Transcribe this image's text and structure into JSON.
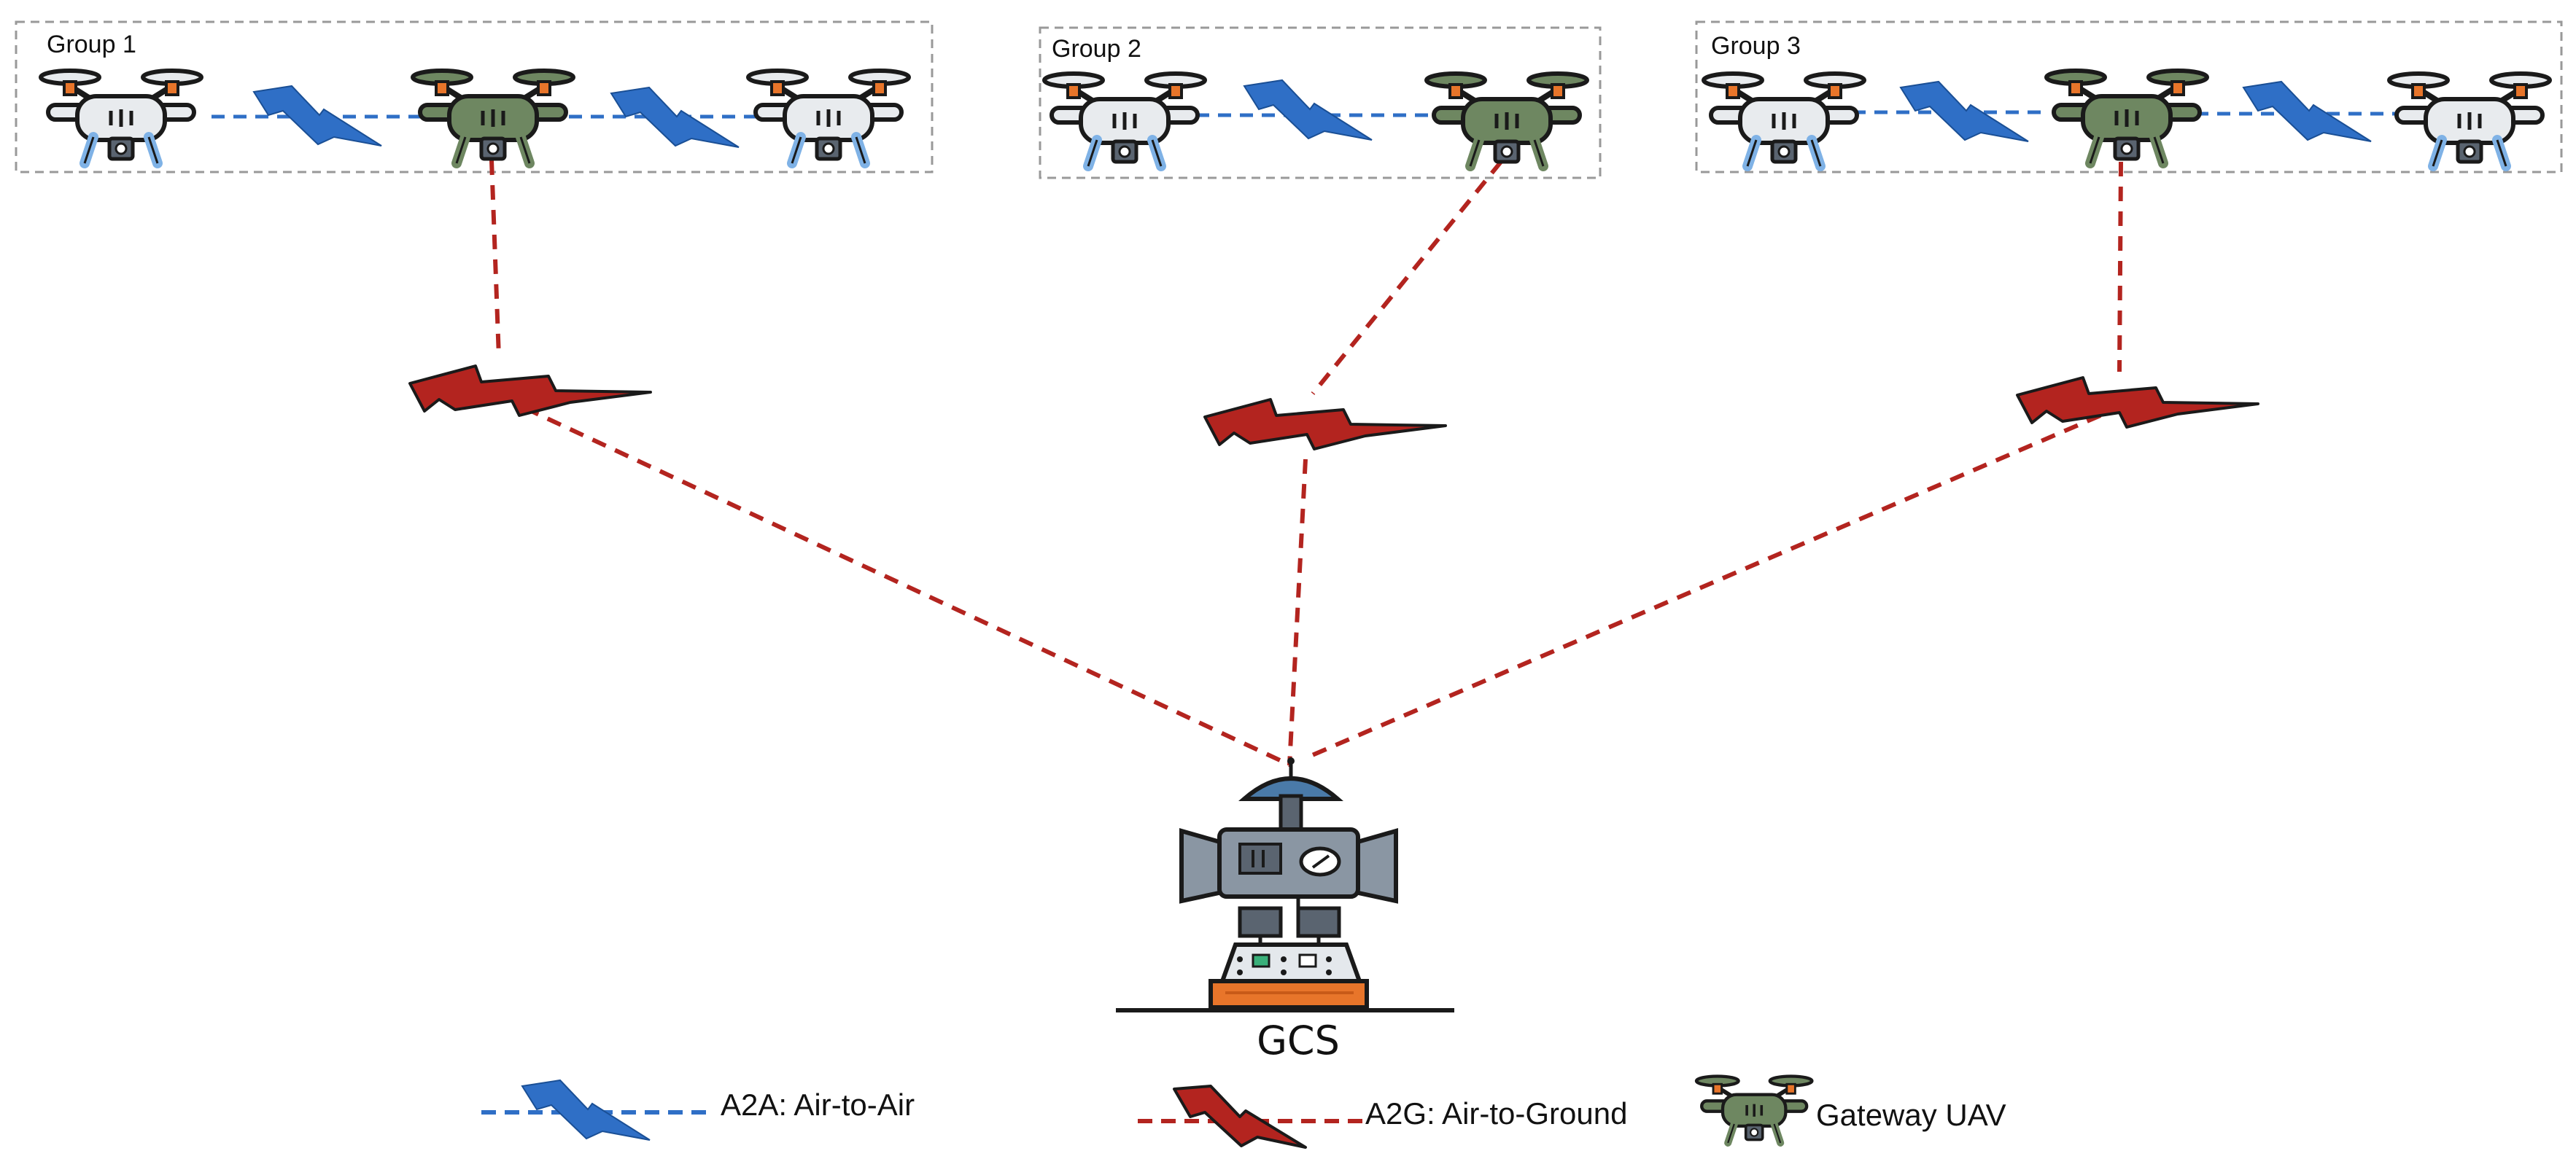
{
  "groups": [
    {
      "label": "Group 1"
    },
    {
      "label": "Group 2"
    },
    {
      "label": "Group 3"
    }
  ],
  "gcs": {
    "label": "GCS"
  },
  "legend": {
    "a2a": "A2A: Air-to-Air",
    "a2g": "A2G: Air-to-Ground",
    "gateway": "Gateway UAV"
  },
  "colors": {
    "a2a_link": "#2f6fc6",
    "a2g_link": "#b3241f",
    "gateway_drone": "#6e8761",
    "regular_drone": "#e8ebee",
    "drone_legs": "#7fb2e6",
    "group_border": "#999999"
  },
  "icons": {
    "regular_drone": "drone-icon",
    "gateway_drone": "gateway-drone-icon",
    "a2a_link": "blue-lightning-icon",
    "a2g_link": "red-lightning-icon",
    "ground_station": "ground-station-icon"
  }
}
